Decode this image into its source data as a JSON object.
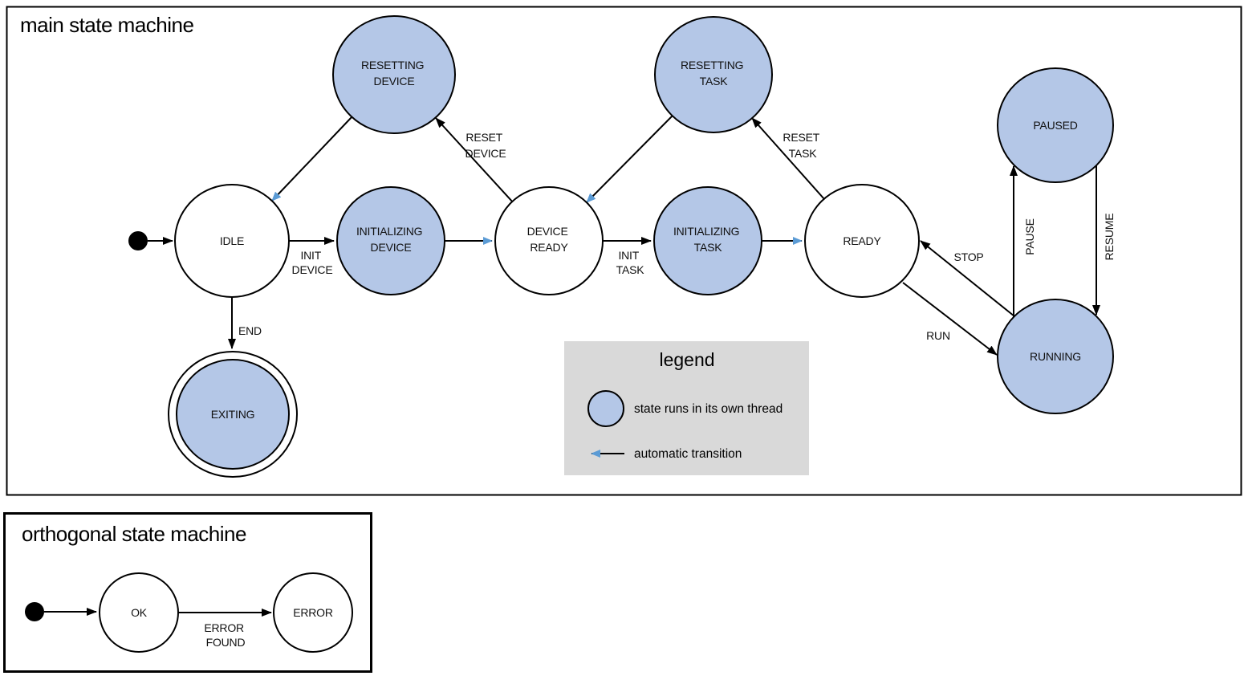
{
  "colors": {
    "threaded_state_fill": "#b4c7e7",
    "plain_state_fill": "#ffffff",
    "outline": "#000000",
    "auto_transition_blue": "#5b9bd5",
    "legend_background": "#d9d9d9"
  },
  "main_machine": {
    "title": "main state machine",
    "states": {
      "idle": {
        "label": "IDLE"
      },
      "resetting_device": {
        "line1": "RESETTING",
        "line2": "DEVICE"
      },
      "initializing_device": {
        "line1": "INITIALIZING",
        "line2": "DEVICE"
      },
      "device_ready": {
        "line1": "DEVICE",
        "line2": "READY"
      },
      "resetting_task": {
        "line1": "RESETTING",
        "line2": "TASK"
      },
      "initializing_task": {
        "line1": "INITIALIZING",
        "line2": "TASK"
      },
      "ready": {
        "label": "READY"
      },
      "paused": {
        "label": "PAUSED"
      },
      "running": {
        "label": "RUNNING"
      },
      "exiting": {
        "label": "EXITING"
      }
    },
    "transitions": {
      "init_device": {
        "line1": "INIT",
        "line2": "DEVICE"
      },
      "reset_device": {
        "line1": "RESET",
        "line2": "DEVICE"
      },
      "init_task": {
        "line1": "INIT",
        "line2": "TASK"
      },
      "reset_task": {
        "line1": "RESET",
        "line2": "TASK"
      },
      "end": {
        "label": "END"
      },
      "run": {
        "label": "RUN"
      },
      "stop": {
        "label": "STOP"
      },
      "pause": {
        "label": "PAUSE"
      },
      "resume": {
        "label": "RESUME"
      }
    }
  },
  "legend": {
    "title": "legend",
    "threaded_item_label": "state runs in its own thread",
    "auto_item_label": "automatic transition"
  },
  "orthogonal_machine": {
    "title": "orthogonal state machine",
    "states": {
      "ok": {
        "label": "OK"
      },
      "error": {
        "label": "ERROR"
      }
    },
    "transitions": {
      "error_found": {
        "line1": "ERROR",
        "line2": "FOUND"
      }
    }
  }
}
